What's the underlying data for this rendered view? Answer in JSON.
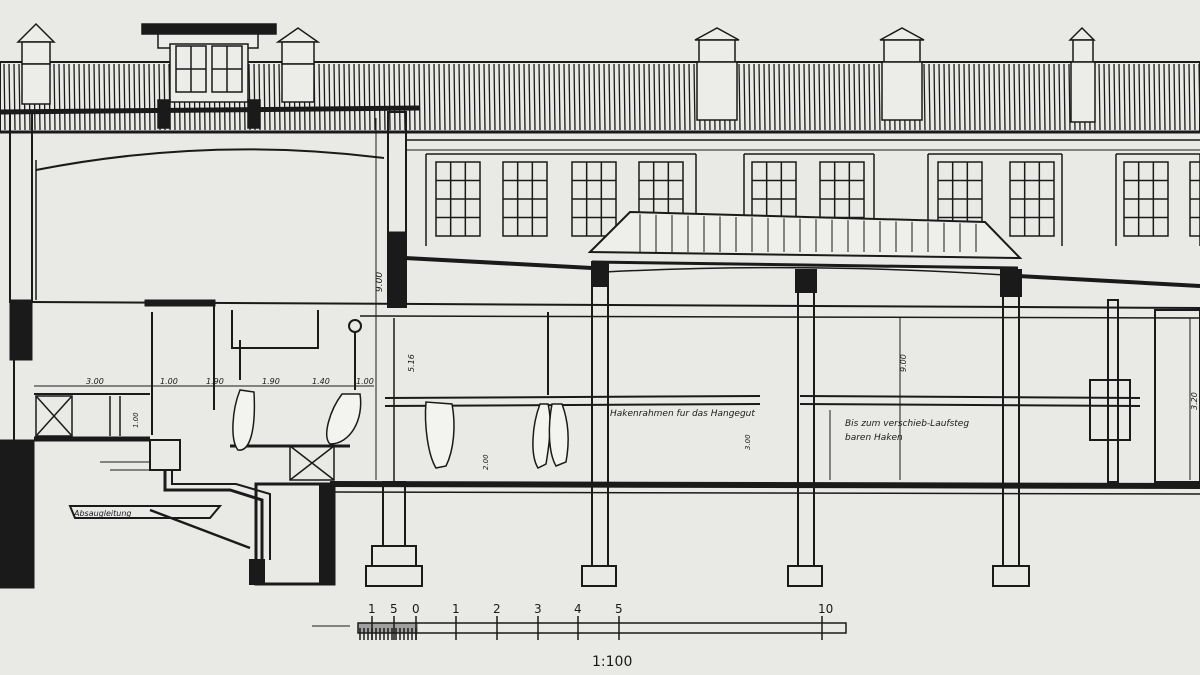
{
  "labels": {
    "height_main": "9.00",
    "height_left": "5.16",
    "height_mid": "9.00",
    "height_right": "3.20",
    "dim_a": "3.00",
    "dim_b": "1.90",
    "dim_c": "1.90",
    "dim_d": "1.40",
    "dim_e": "1.00",
    "dim_f": "1.00",
    "dim_g": "1.00",
    "dim_h": "2.00",
    "dim_i": "3.00",
    "note_hooks": "Hakenrahmen fur das Hangegut",
    "note_run_1": "Bis zum verschieb-Laufsteg",
    "note_run_2": "baren Haken",
    "note_drain": "Absaugleitung"
  },
  "scale": {
    "ticks": [
      "1",
      "5",
      "0",
      "1",
      "2",
      "3",
      "4",
      "5",
      "10"
    ],
    "ratio": "1:100"
  }
}
